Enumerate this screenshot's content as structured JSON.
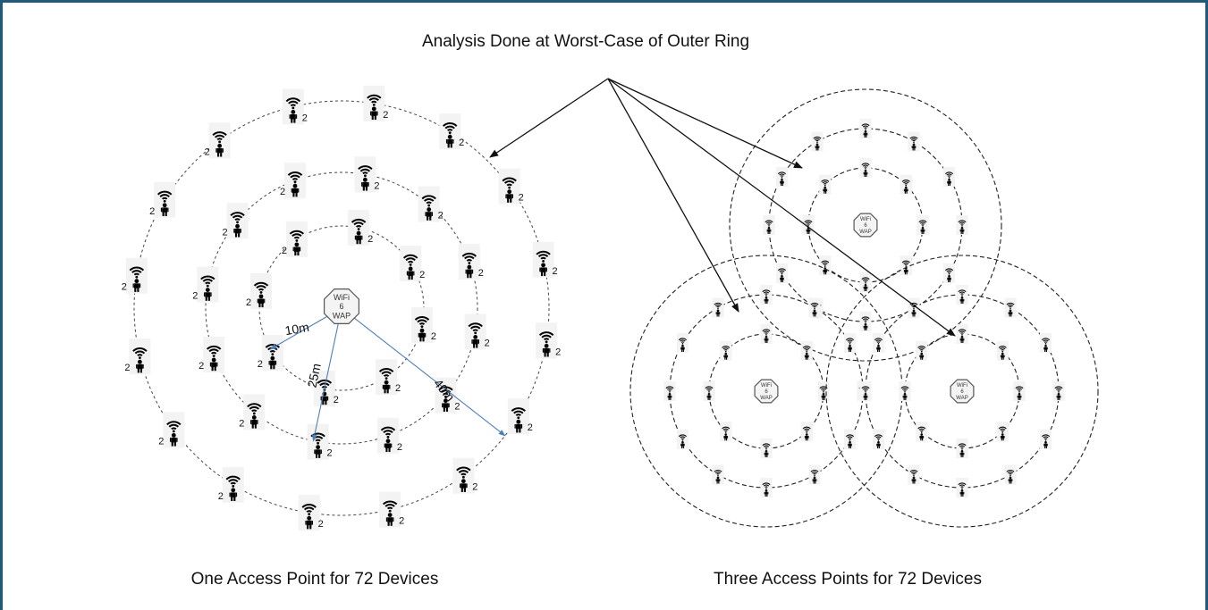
{
  "title": "Analysis Done at Worst-Case of Outer Ring",
  "left_panel": {
    "caption": "One Access Point for 72 Devices",
    "wap_label": [
      "WiFi",
      "6",
      "WAP"
    ],
    "device_count_badge": "2",
    "radii_labels": [
      "10m",
      "25m",
      "40m"
    ],
    "rings": [
      {
        "label": "10m",
        "devices": 8
      },
      {
        "label": "25m",
        "devices": 12
      },
      {
        "label": "40m",
        "devices": 16
      }
    ]
  },
  "right_panel": {
    "caption": "Three Access Points for 72 Devices",
    "wap_label": [
      "WiFi",
      "6",
      "WAP"
    ],
    "access_points": 3,
    "rings_per_ap": [
      {
        "devices": 8
      },
      {
        "devices": 12
      }
    ]
  },
  "colors": {
    "frame": "#1f5a7a",
    "arrow": "#111111",
    "ring": "#444444",
    "dimension": "#4f7fb8"
  },
  "icons": {
    "device": "wifi-person-icon",
    "access_point": "octagon-wap-icon"
  }
}
